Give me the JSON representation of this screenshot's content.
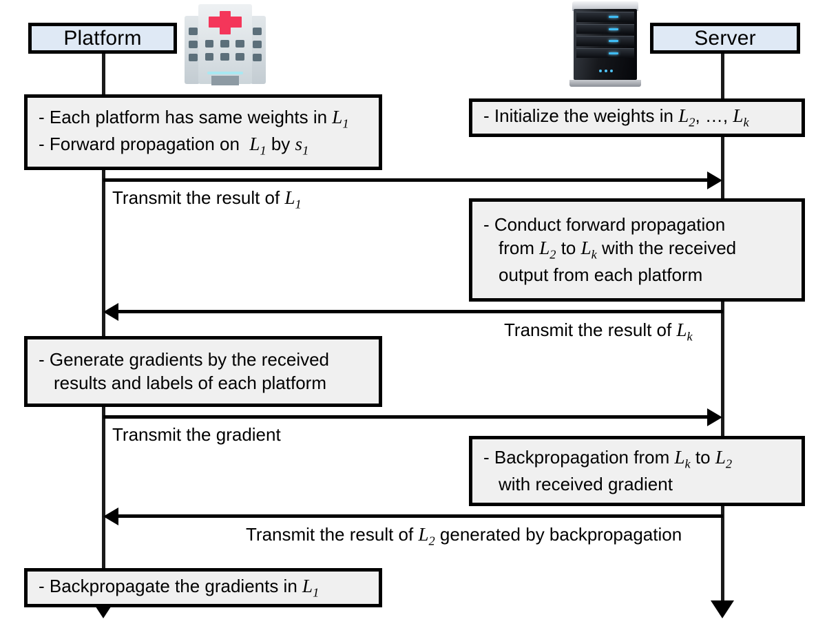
{
  "diagram": {
    "title": "Split learning sequence between Platform and Server",
    "colors": {
      "actor_header_fill": "#dfe9f5",
      "note_fill": "#f0f0f0",
      "border": "#000000",
      "background": "#ffffff",
      "hospital_cross": "#f4365a",
      "server_led": "#3fbdf5"
    }
  },
  "actors": [
    {
      "id": "platform",
      "label": "Platform",
      "icon": "hospital-icon"
    },
    {
      "id": "server",
      "label": "Server",
      "icon": "server-rack-icon"
    }
  ],
  "notes": [
    {
      "id": "platform-init",
      "owner": "platform",
      "lines": [
        {
          "text": "- Each platform has same weights in ",
          "math": "L",
          "sub": "1",
          "tail": ""
        },
        {
          "text": "- Forward propagation on  ",
          "math": "L",
          "sub": "1",
          "tail": " by ",
          "math2": "s",
          "sub2": "1"
        }
      ]
    },
    {
      "id": "server-init",
      "owner": "server",
      "lines": [
        {
          "text": "- Initialize the weights in ",
          "math": "L",
          "sub": "2",
          "tail": ", …, ",
          "math2": "L",
          "sub2": "k"
        }
      ]
    },
    {
      "id": "server-forward",
      "owner": "server",
      "lines": [
        {
          "text": "- Conduct forward propagation"
        },
        {
          "text": "from ",
          "math": "L",
          "sub": "2",
          "tail": " to ",
          "math2": "L",
          "sub2": "k",
          "tail2": " with the received",
          "hang": true
        },
        {
          "text": "output from each platform",
          "hang": true
        }
      ]
    },
    {
      "id": "platform-gradients",
      "owner": "platform",
      "lines": [
        {
          "text": "- Generate gradients by the received"
        },
        {
          "text": "results and labels of each platform",
          "hang": true
        }
      ]
    },
    {
      "id": "server-backprop",
      "owner": "server",
      "lines": [
        {
          "text": "- Backpropagation from ",
          "math": "L",
          "sub": "k",
          "tail": " to ",
          "math2": "L",
          "sub2": "2"
        },
        {
          "text": "with received gradient",
          "hang": true
        }
      ]
    },
    {
      "id": "platform-backprop",
      "owner": "platform",
      "lines": [
        {
          "text": "- Backpropagate the gradients in ",
          "math": "L",
          "sub": "1"
        }
      ]
    }
  ],
  "messages": [
    {
      "id": "msg-transmit-l1",
      "direction": "right",
      "from": "platform",
      "to": "server",
      "label": {
        "text": "Transmit the result of ",
        "math": "L",
        "sub": "1"
      }
    },
    {
      "id": "msg-transmit-lk",
      "direction": "left",
      "from": "server",
      "to": "platform",
      "label": {
        "text": "Transmit the result of ",
        "math": "L",
        "sub": "k"
      }
    },
    {
      "id": "msg-transmit-gradient",
      "direction": "right",
      "from": "platform",
      "to": "server",
      "label": {
        "text": "Transmit the gradient"
      }
    },
    {
      "id": "msg-transmit-l2-backprop",
      "direction": "left",
      "from": "server",
      "to": "platform",
      "label": {
        "text": "Transmit the result of ",
        "math": "L",
        "sub": "2",
        "tail": " generated by backpropagation"
      }
    }
  ]
}
